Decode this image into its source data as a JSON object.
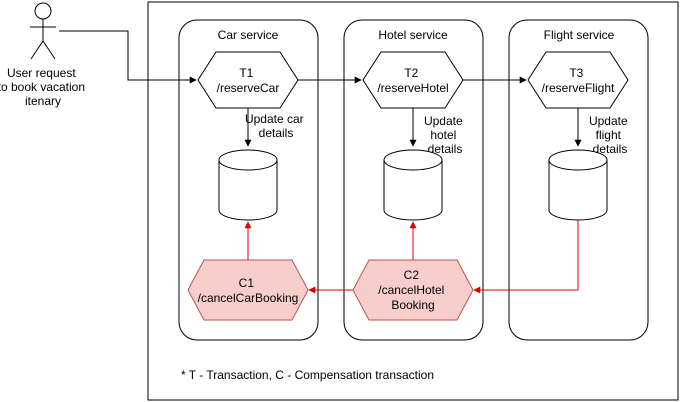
{
  "actor": {
    "label_lines": [
      "User request",
      "to book vacation",
      "itenary"
    ]
  },
  "services": [
    {
      "title": "Car service"
    },
    {
      "title": "Hotel service"
    },
    {
      "title": "Flight service"
    }
  ],
  "transactions": [
    {
      "lines": [
        "T1",
        "/reserveCar"
      ]
    },
    {
      "lines": [
        "T2",
        "/reserveHotel"
      ]
    },
    {
      "lines": [
        "T3",
        "/reserveFlight"
      ]
    }
  ],
  "update_labels": [
    {
      "lines": [
        "Update car",
        "details"
      ]
    },
    {
      "lines": [
        "Update",
        "hotel",
        "details"
      ]
    },
    {
      "lines": [
        "Update",
        "flight",
        "details"
      ]
    }
  ],
  "compensations": [
    {
      "lines": [
        "C1",
        "/cancelCarBooking"
      ]
    },
    {
      "lines": [
        "C2",
        "/cancelHotel",
        "Booking"
      ]
    }
  ],
  "footnote": "* T - Transaction, C - Compensation transaction",
  "colors": {
    "stroke": "#000000",
    "compensation_fill": "#f8cecc",
    "compensation_stroke": "#b85450",
    "compensation_arrow": "#dd0000"
  }
}
